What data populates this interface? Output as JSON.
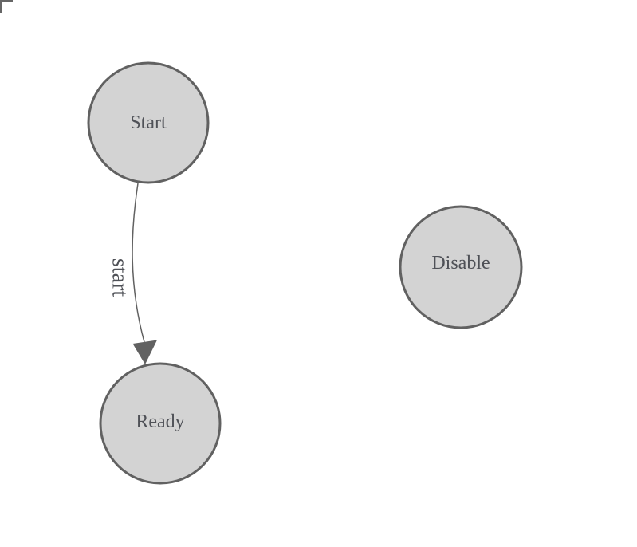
{
  "diagram": {
    "type": "state-machine",
    "nodes": [
      {
        "id": "start",
        "label": "Start"
      },
      {
        "id": "ready",
        "label": "Ready"
      },
      {
        "id": "disable",
        "label": "Disable"
      }
    ],
    "edges": [
      {
        "source": "start",
        "target": "ready",
        "label": "start"
      }
    ],
    "colors": {
      "background": "#ffffff",
      "node_fill": "#d3d3d3",
      "node_stroke": "#616161",
      "edge_stroke": "#616161",
      "arrowhead_fill": "#616161",
      "text": "#4f5157",
      "origin_marker": "#666666"
    }
  }
}
